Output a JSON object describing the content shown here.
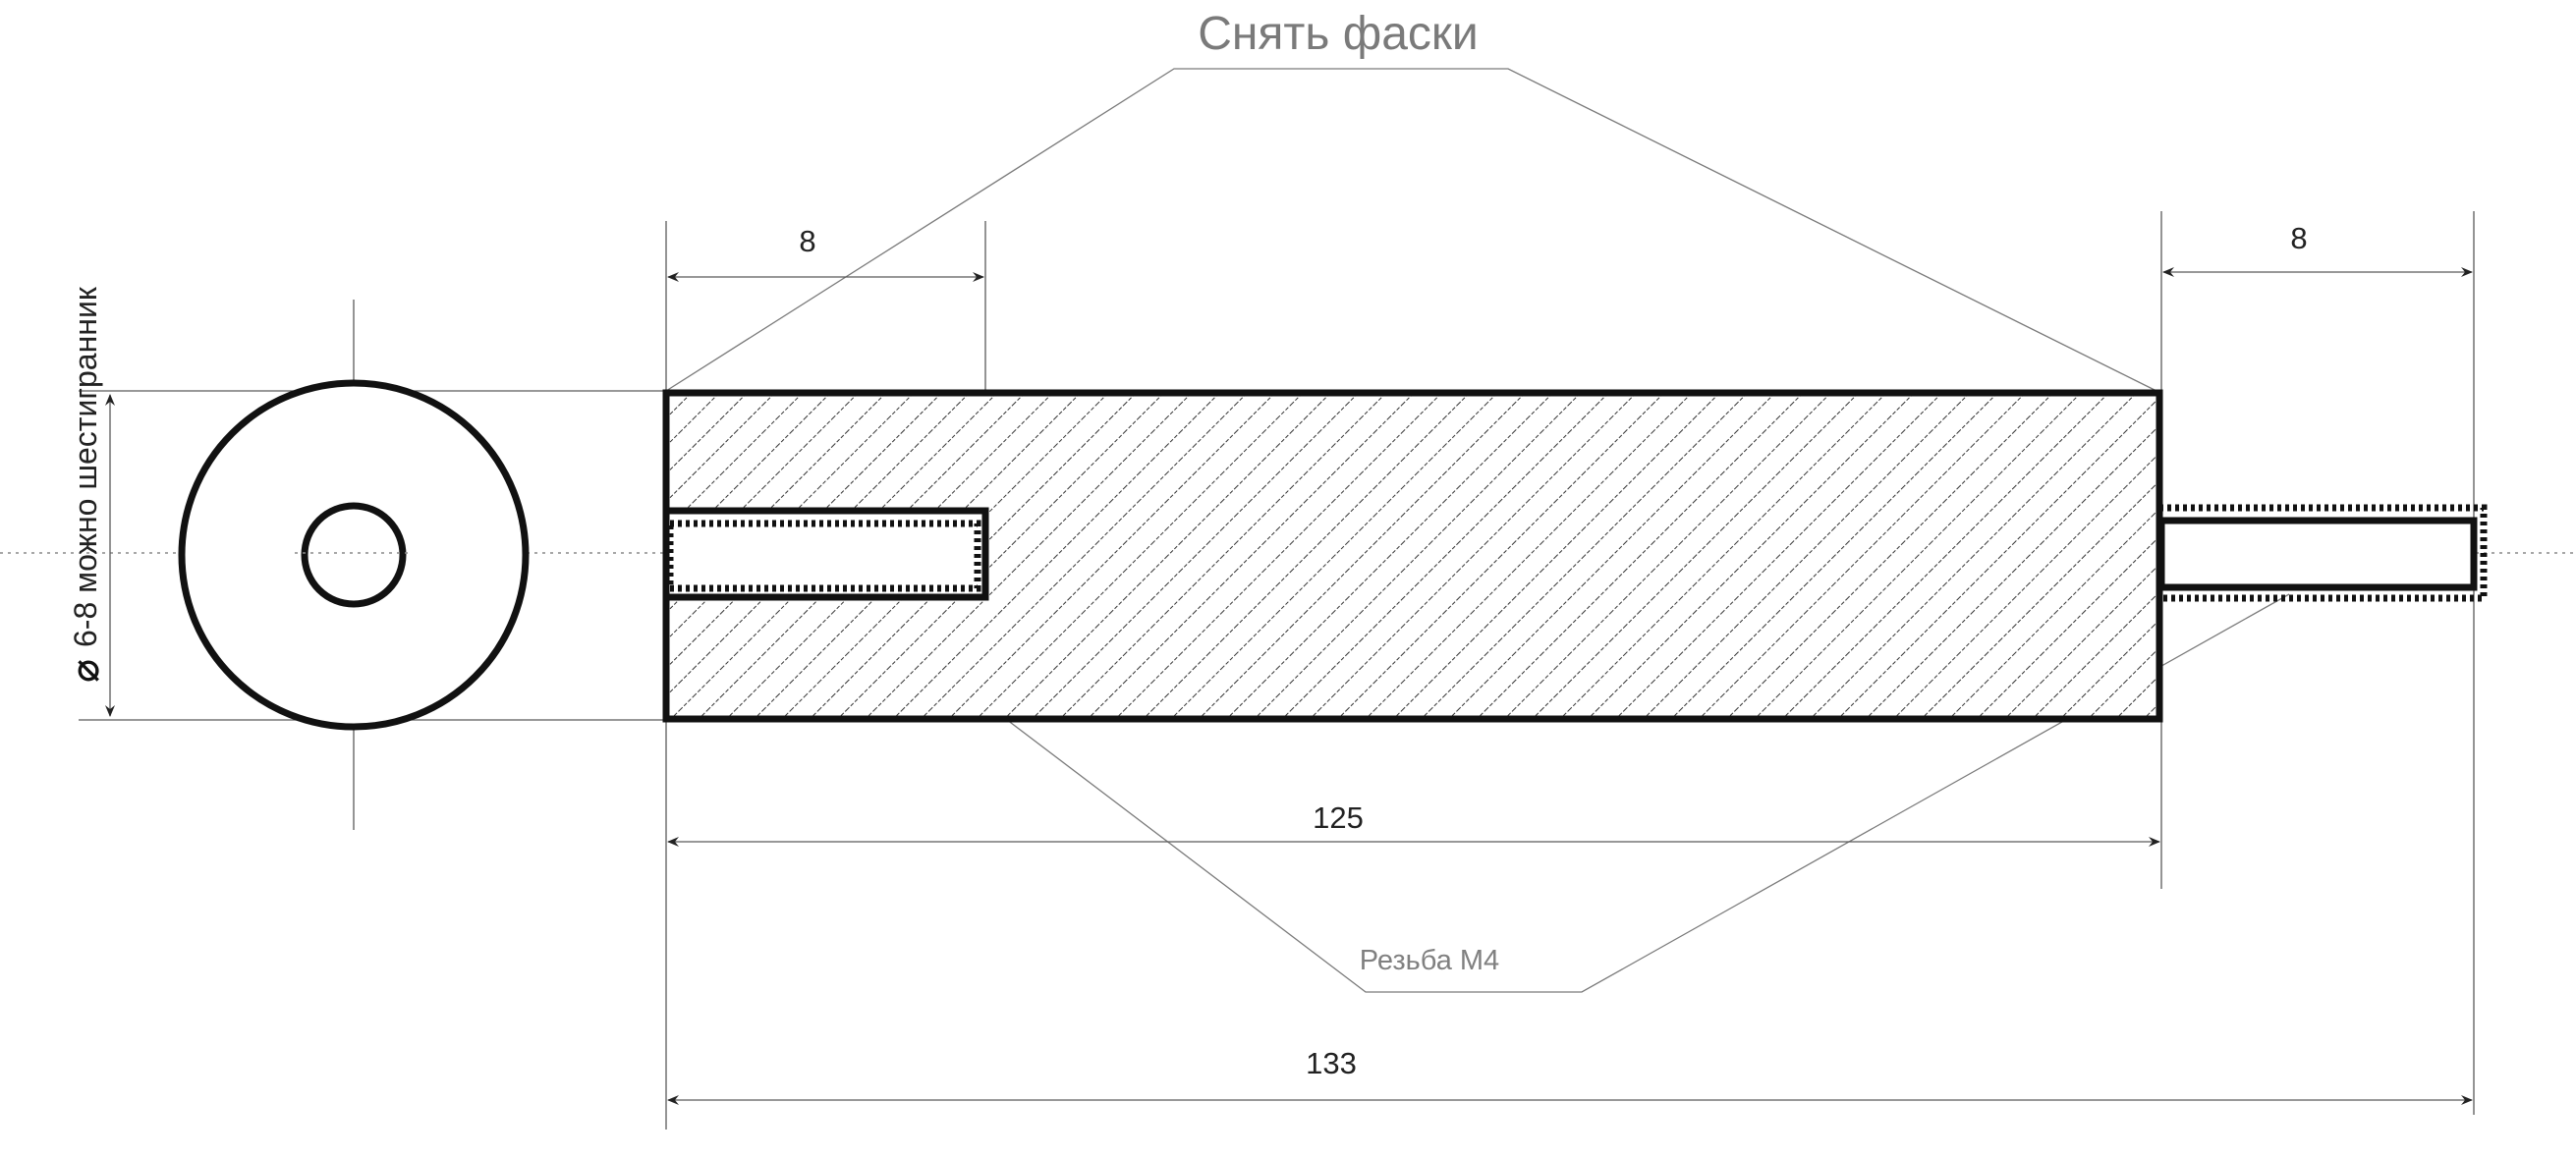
{
  "labels": {
    "chamfer": "Снять фаски",
    "thread": "Резьба М4",
    "diameter_symbol": "⌀",
    "diameter_note": "6-8 можно шестигранник"
  },
  "dimensions": {
    "left_hole_depth": "8",
    "right_stud_length": "8",
    "body_length": "125",
    "overall_length": "133"
  }
}
